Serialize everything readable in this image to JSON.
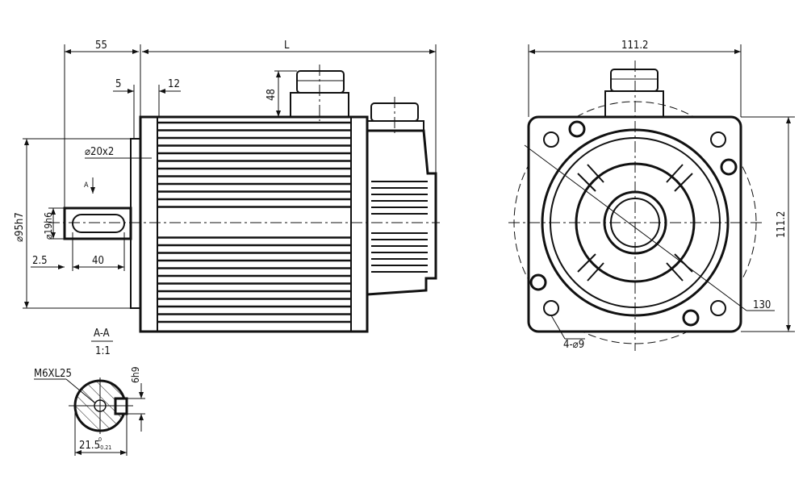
{
  "side_view": {
    "dim_shaft_length": "55",
    "dim_body_length": "L",
    "dim_flange_thickness": "5",
    "dim_spigot": "12",
    "dim_connector_height": "48",
    "dim_undercut": "⌀20x2",
    "section_marker": "A",
    "dim_pilot": "⌀95h7",
    "dim_shaft_dia": "⌀19h6",
    "dim_key_offset": "2.5",
    "dim_key_length": "40"
  },
  "section": {
    "title": "A-A",
    "scale": "1:1",
    "thread_label": "M6XL25",
    "key_width": "6h9",
    "key_depth": "21.5",
    "tol_upper": "0",
    "tol_lower": "-0.21"
  },
  "front_view": {
    "dim_width": "111.2",
    "dim_height": "111.2",
    "dim_pcd": "130",
    "dim_holes": "4-⌀9"
  }
}
